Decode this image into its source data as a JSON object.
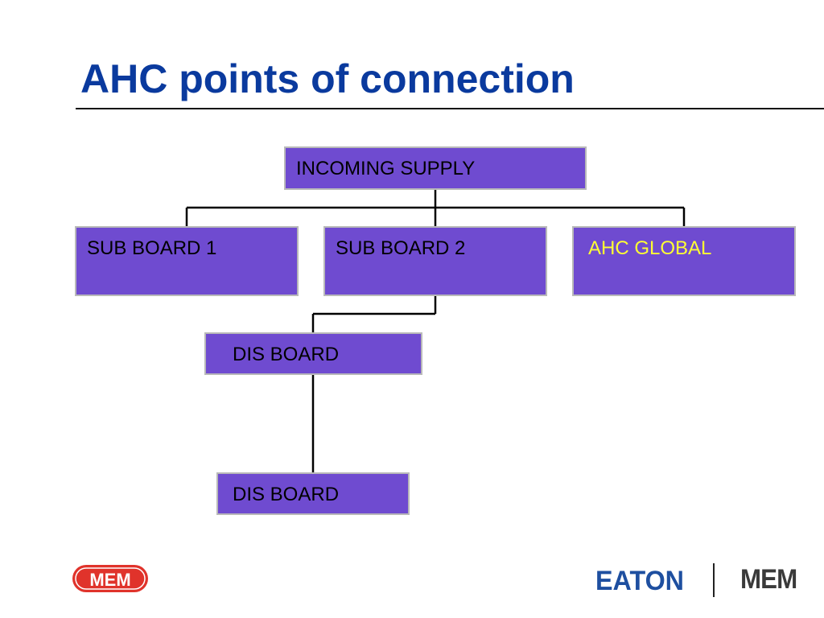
{
  "slide": {
    "title": "AHC points of connection"
  },
  "diagram": {
    "nodes": [
      {
        "id": "incoming",
        "label": "INCOMING SUPPLY"
      },
      {
        "id": "sub1",
        "label": "SUB BOARD 1"
      },
      {
        "id": "sub2",
        "label": "SUB BOARD 2"
      },
      {
        "id": "ahc",
        "label": "AHC GLOBAL"
      },
      {
        "id": "dis1",
        "label": "DIS BOARD"
      },
      {
        "id": "dis2",
        "label": "DIS BOARD"
      }
    ],
    "edges": [
      {
        "from": "incoming",
        "to": "sub1"
      },
      {
        "from": "incoming",
        "to": "sub2"
      },
      {
        "from": "incoming",
        "to": "ahc"
      },
      {
        "from": "sub2",
        "to": "dis1"
      },
      {
        "from": "dis1",
        "to": "dis2"
      }
    ],
    "colors": {
      "box_fill": "#6f4bd0",
      "box_border": "#b9b9b9",
      "label_default": "#000000",
      "label_highlight": "#ffff33",
      "title": "#0a3a9e"
    }
  },
  "footer": {
    "left_logo_text": "MEM",
    "eaton_logo_text": "EATON",
    "right_logo_text": "MEM",
    "logo_colors": {
      "mem_red": "#e0332b",
      "eaton_blue": "#1e4fa0"
    }
  }
}
